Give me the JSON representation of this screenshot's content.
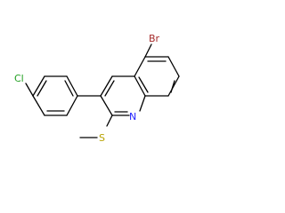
{
  "molecule": {
    "atoms": {
      "bromine": "Br",
      "chlorine": "Cl",
      "nitrogen": "N",
      "sulfur": "S"
    },
    "colors": {
      "bond": "#000000",
      "bromine": "#a52a2a",
      "chlorine": "#1f9f1f",
      "nitrogen": "#2424ff",
      "sulfur": "#b8a200"
    }
  }
}
